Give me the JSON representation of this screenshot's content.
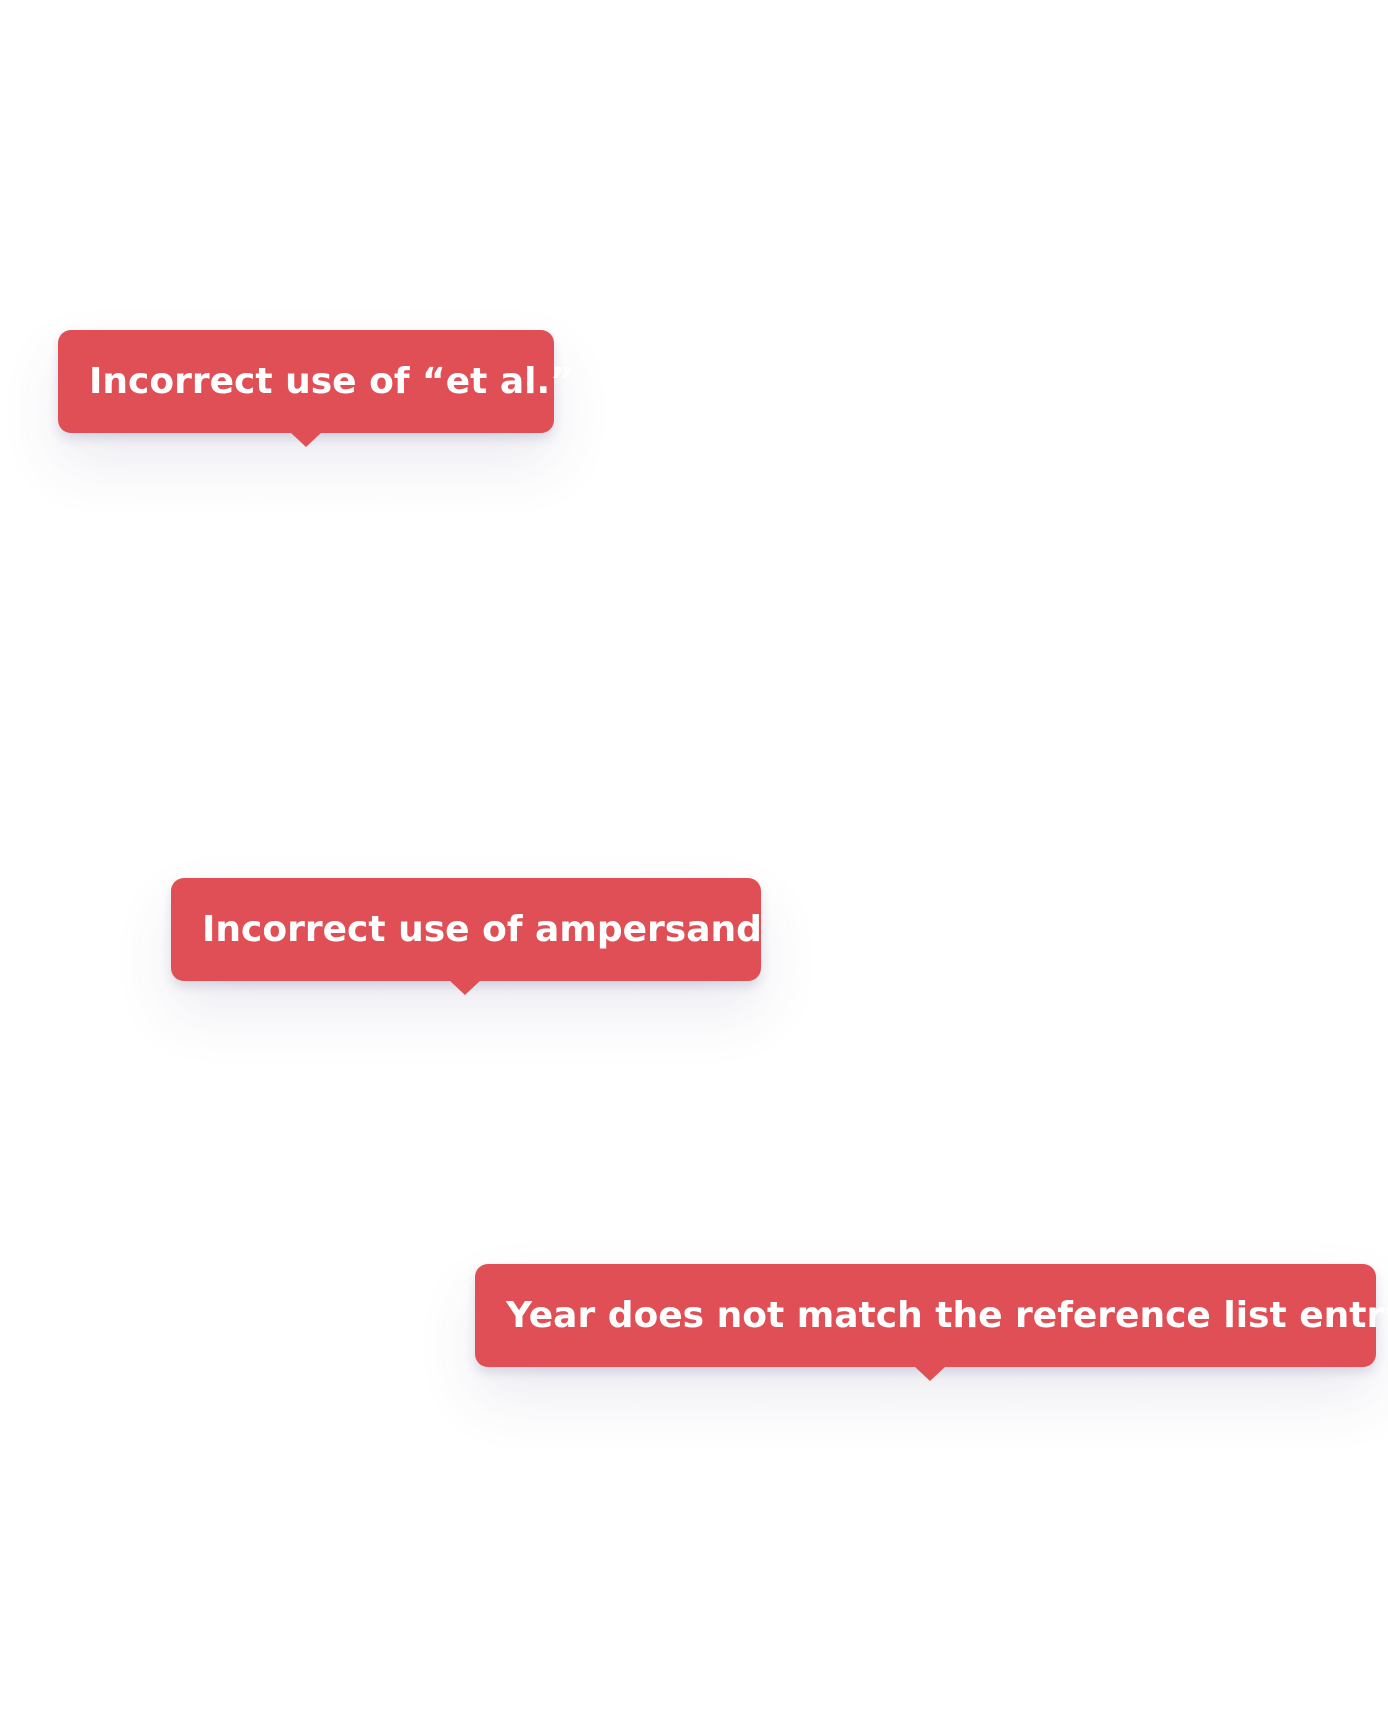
{
  "colors": {
    "tooltip_background": "#e04f55",
    "tooltip_text": "#ffffff",
    "page_background": "#ffffff"
  },
  "tooltips": [
    {
      "text": "Incorrect use of “et al.”"
    },
    {
      "text": "Incorrect use of ampersand"
    },
    {
      "text": "Year does not match the reference list entry"
    }
  ]
}
